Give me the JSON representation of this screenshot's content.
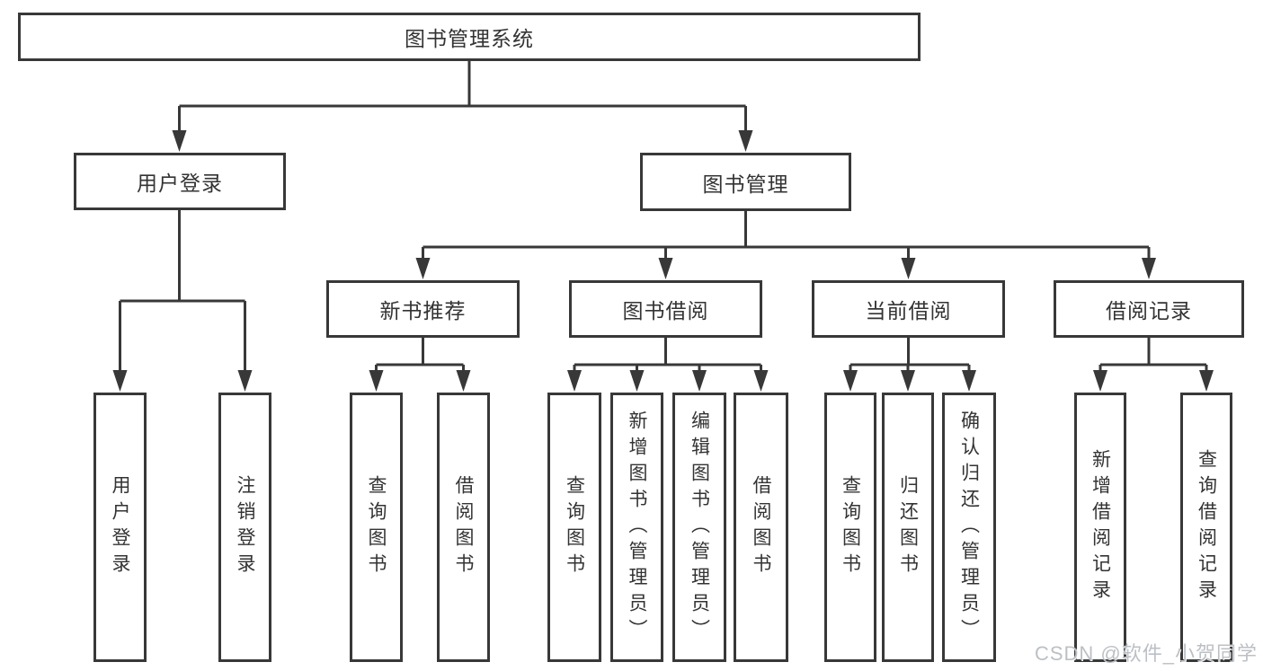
{
  "tree": {
    "label": "图书管理系统",
    "children": [
      {
        "label": "用户登录",
        "children": [
          {
            "label": "用户登录"
          },
          {
            "label": "注销登录"
          }
        ]
      },
      {
        "label": "图书管理",
        "children": [
          {
            "label": "新书推荐",
            "children": [
              {
                "label": "查询图书"
              },
              {
                "label": "借阅图书"
              }
            ]
          },
          {
            "label": "图书借阅",
            "children": [
              {
                "label": "查询图书"
              },
              {
                "label": "新增图书（管理员）"
              },
              {
                "label": "编辑图书（管理员）"
              },
              {
                "label": "借阅图书"
              }
            ]
          },
          {
            "label": "当前借阅",
            "children": [
              {
                "label": "查询图书"
              },
              {
                "label": "归还图书"
              },
              {
                "label": "确认归还（管理员）"
              }
            ]
          },
          {
            "label": "借阅记录",
            "children": [
              {
                "label": "新增借阅记录"
              },
              {
                "label": "查询借阅记录"
              }
            ]
          }
        ]
      }
    ]
  },
  "watermark": "CSDN @软件_小贺同学",
  "colors": {
    "line": "#383838",
    "text": "#333333",
    "background": "#ffffff",
    "watermark": "#bcc0c5"
  }
}
